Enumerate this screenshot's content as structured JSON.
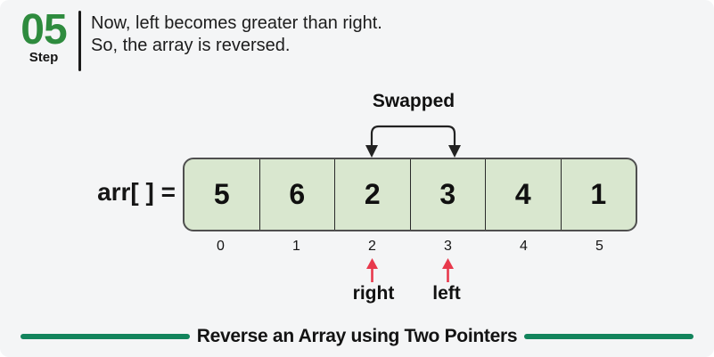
{
  "colors": {
    "background": "#f4f5f6",
    "step_green": "#2e8b3e",
    "footer_green": "#12845c",
    "cell_green": "#d9e7cf",
    "pointer_red": "#e8394c",
    "ink": "#1b1b1b"
  },
  "header": {
    "step_number": "05",
    "step_label": "Step",
    "line1": "Now, left becomes greater than right.",
    "line2": "So, the array is reversed."
  },
  "diagram": {
    "swapped_label": "Swapped",
    "array_label": "arr[ ] =",
    "values": [
      "5",
      "6",
      "2",
      "3",
      "4",
      "1"
    ],
    "indices": [
      "0",
      "1",
      "2",
      "3",
      "4",
      "5"
    ],
    "pointers": {
      "right": {
        "label": "right",
        "index": "2"
      },
      "left": {
        "label": "left",
        "index": "3"
      }
    }
  },
  "footer": {
    "title": "Reverse an Array using Two Pointers"
  }
}
